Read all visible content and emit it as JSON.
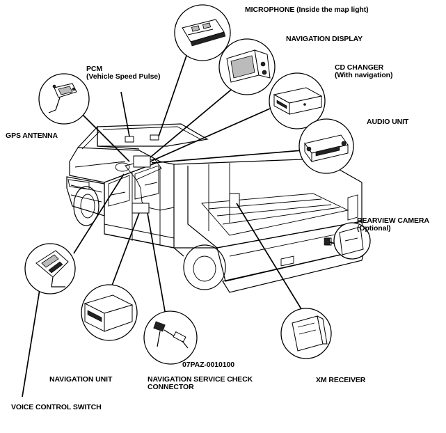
{
  "labels": {
    "microphone": "MICROPHONE (Inside the map light)",
    "navigation_display": "NAVIGATION DISPLAY",
    "pcm_line1": "PCM",
    "pcm_line2": "(Vehicle Speed Pulse)",
    "cd_changer_line1": "CD CHANGER",
    "cd_changer_line2": "(With navigation)",
    "gps_antenna": "GPS ANTENNA",
    "audio_unit": "AUDIO UNIT",
    "rearview_camera_line1": "REARVIEW CAMERA",
    "rearview_camera_line2": "(Optional)",
    "part_number": "07PAZ-0010100",
    "navigation_unit": "NAVIGATION UNIT",
    "nav_service_line1": "NAVIGATION SERVICE CHECK",
    "nav_service_line2": "CONNECTOR",
    "xm_receiver": "XM RECEIVER",
    "voice_control_switch": "VOICE CONTROL SWITCH"
  }
}
